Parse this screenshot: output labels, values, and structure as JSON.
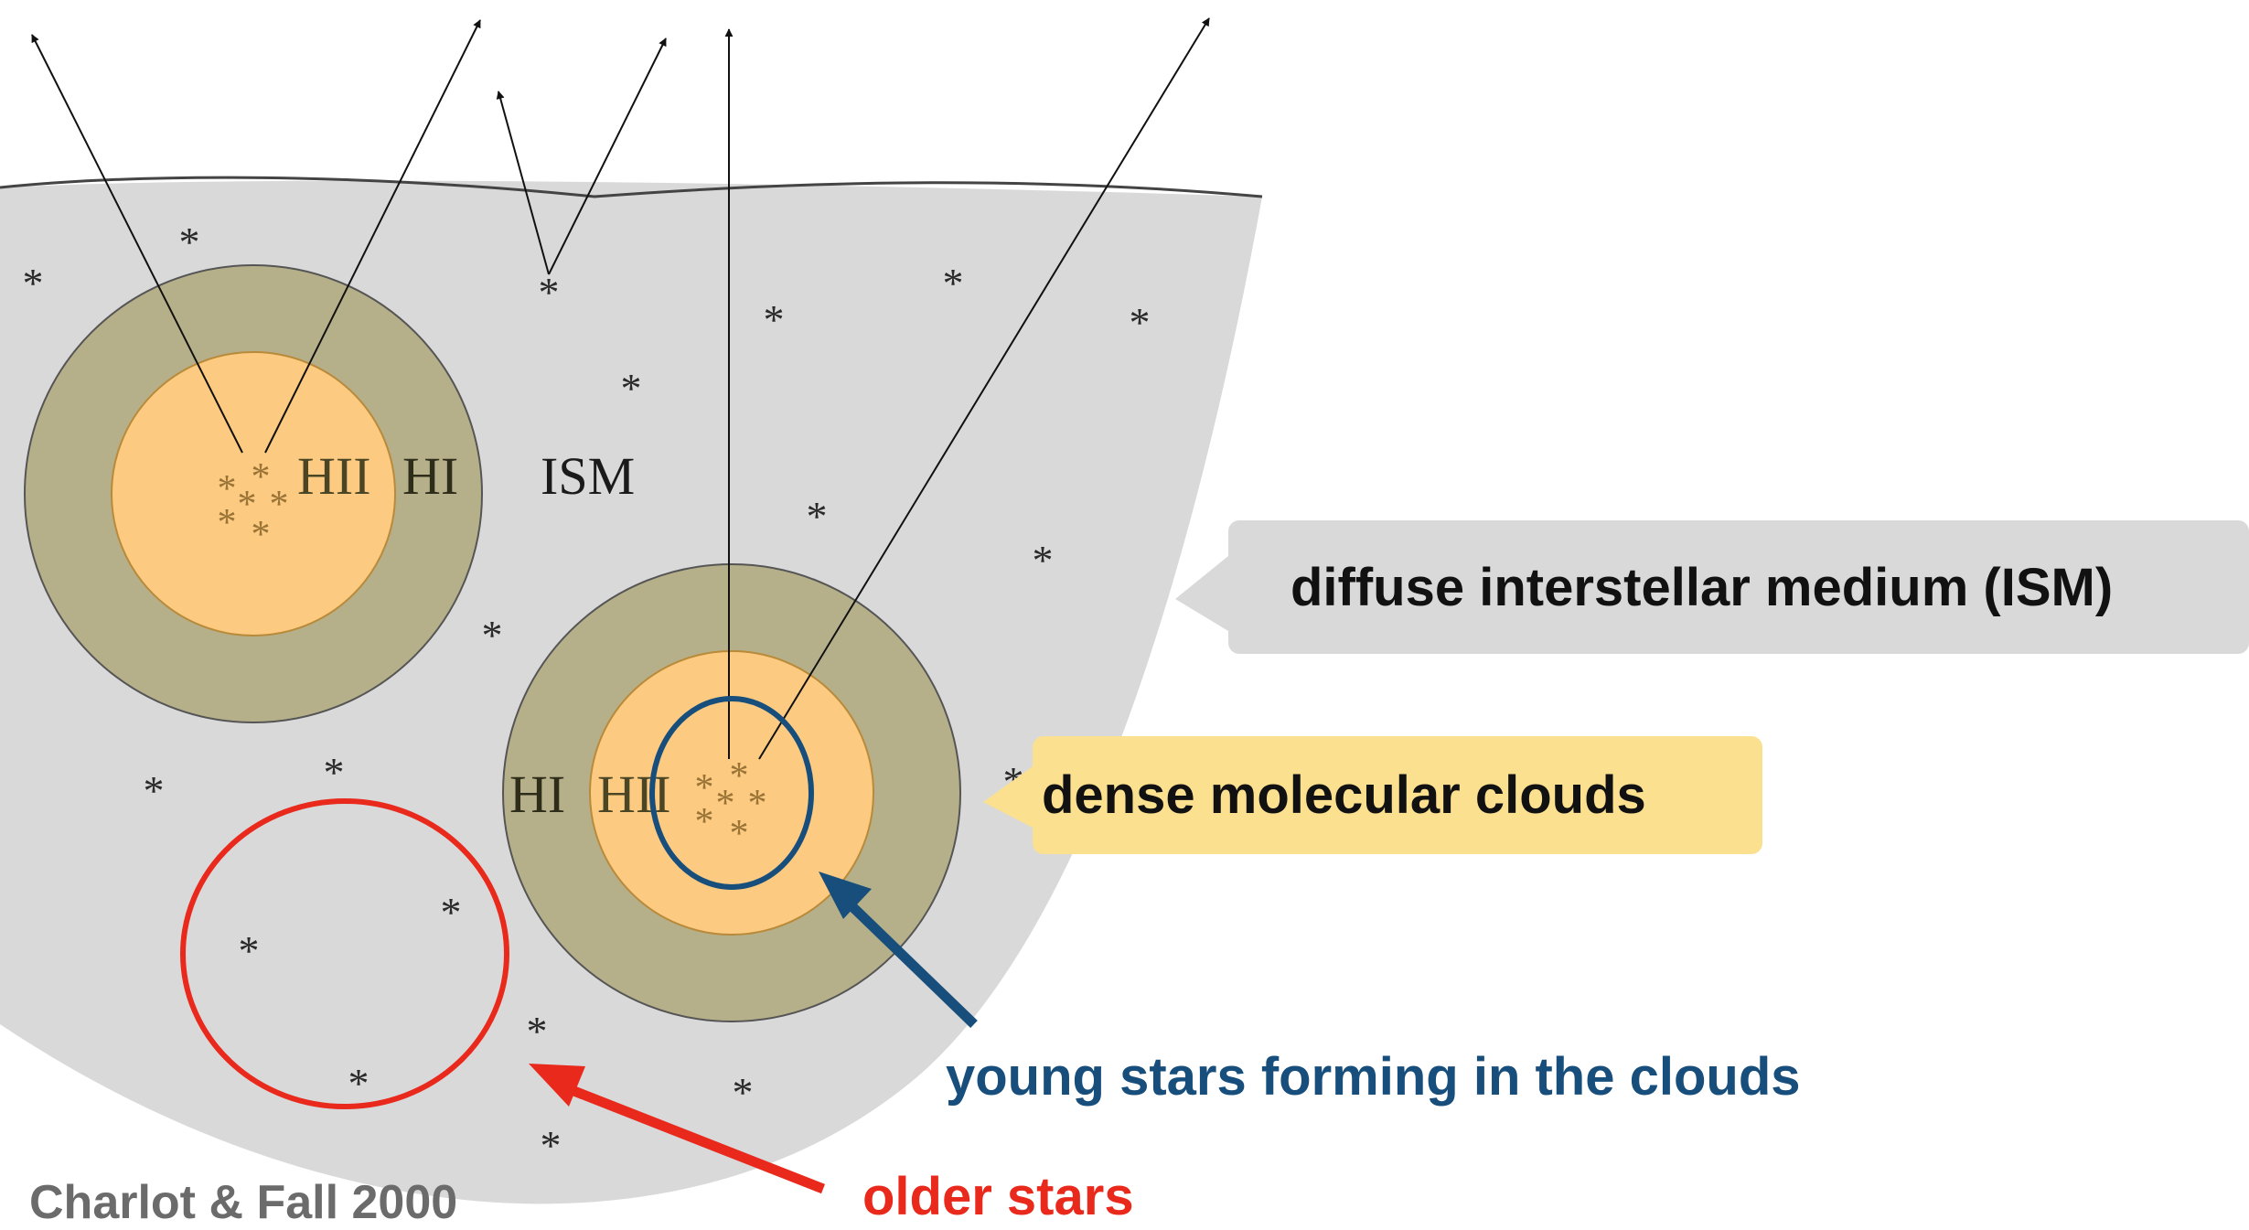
{
  "diagram": {
    "labels": {
      "ism": "ISM",
      "hii_left": "HII",
      "hi_left": "HI",
      "hi_right": "HI",
      "hii_right": "HII"
    },
    "callouts": {
      "diffuse_ism": "diffuse interstellar medium (ISM)",
      "dense_clouds": "dense molecular clouds"
    },
    "annotations": {
      "young_stars": "young stars forming in the clouds",
      "older_stars": "older stars"
    },
    "citation": "Charlot & Fall 2000",
    "colors": {
      "ism_fill": "#d9d9d9",
      "hi_shell": "#b6b08a",
      "hii_core": "#fcca80",
      "cluster_star": "#9a7436",
      "field_star": "#2a2a2a",
      "young_highlight": "#174e7c",
      "older_highlight": "#e8291c",
      "ism_callout": "#d9d9d9",
      "cloud_callout": "#fae08f",
      "citation_text": "#6b6b6b"
    }
  }
}
